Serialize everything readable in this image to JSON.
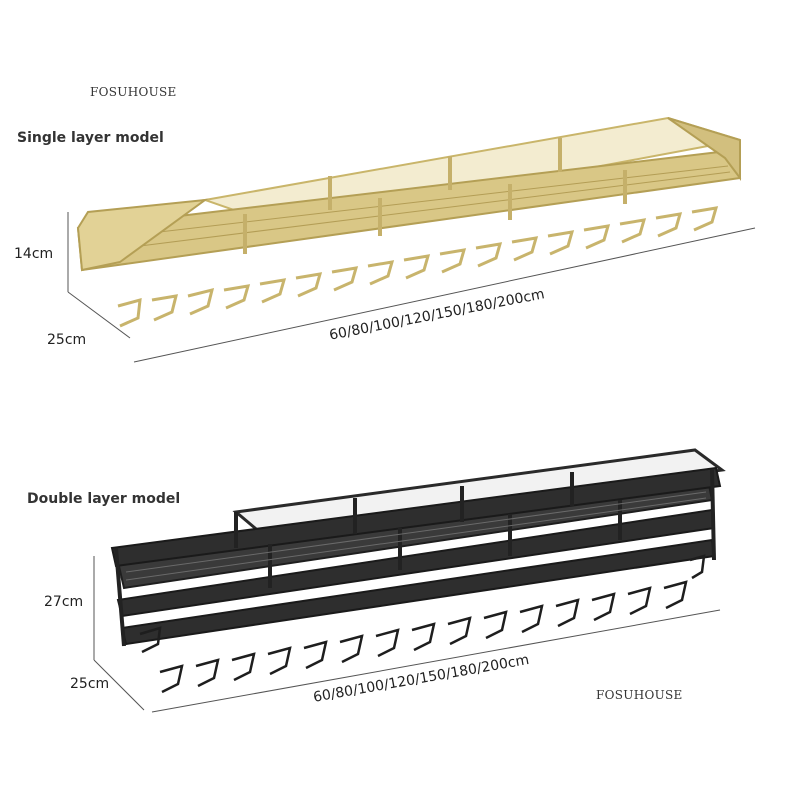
{
  "brand_top": "FOSUHOUSE",
  "brand_bottom": "FOSUHOUSE",
  "single": {
    "label": "Single layer model",
    "height_dim": "14cm",
    "depth_dim": "25cm",
    "length_dim": "60/80/100/120/150/180/200cm",
    "color": "#d4c17a"
  },
  "double": {
    "label": "Double layer model",
    "height_dim": "27cm",
    "depth_dim": "25cm",
    "length_dim": "60/80/100/120/150/180/200cm",
    "color": "#2a2a2a"
  }
}
